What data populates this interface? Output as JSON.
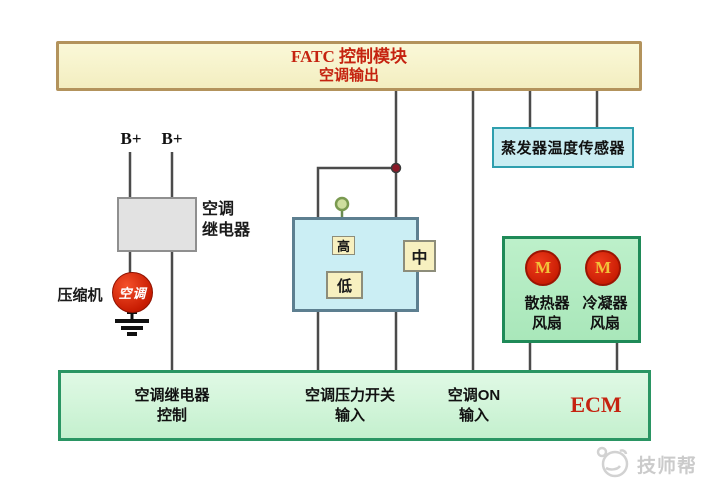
{
  "fatc_box": {
    "title": "FATC 控制模块",
    "subtitle": "空调输出"
  },
  "power": {
    "b_plus_left": "B+",
    "b_plus_right": "B+"
  },
  "relay": {
    "label_line1": "空调",
    "label_line2": "继电器"
  },
  "compressor": {
    "label": "压缩机",
    "circle_text": "空调"
  },
  "evaporator_sensor": {
    "label": "蒸发器温度传感器"
  },
  "pressure_switch": {
    "high": "高",
    "low": "低",
    "mid": "中"
  },
  "fan_box": {
    "left_motor": "M",
    "right_motor": "M",
    "left_label_line1": "散热器",
    "left_label_line2": "风扇",
    "right_label_line1": "冷凝器",
    "right_label_line2": "风扇"
  },
  "ecm_box": {
    "relay_control_line1": "空调继电器",
    "relay_control_line2": "控制",
    "pressure_input_line1": "空调压力开关",
    "pressure_input_line2": "输入",
    "ac_on_line1": "空调ON",
    "ac_on_line2": "输入",
    "name": "ECM"
  },
  "watermark": {
    "text": "技师帮"
  },
  "colors": {
    "wire": "#4b4b4b",
    "fatc_fill": "#f8f5cc",
    "fatc_border": "#b3935c",
    "red_text": "#c52310",
    "evaporator_fill": "#c9edf2",
    "evaporator_border": "#2f9fae",
    "pressure_fill": "#cbeef4",
    "pressure_border": "#5d7f90",
    "fan_fill": "#b4ecc3",
    "fan_border": "#1f8a58",
    "ecm_fill": "#d8f6de",
    "ecm_border": "#2a9563",
    "motor_red": "#dd2211",
    "motor_m_gold": "#f2c23a",
    "junction_dot": "#8b1a28",
    "label_tag_cream": "#f7f0c0"
  }
}
